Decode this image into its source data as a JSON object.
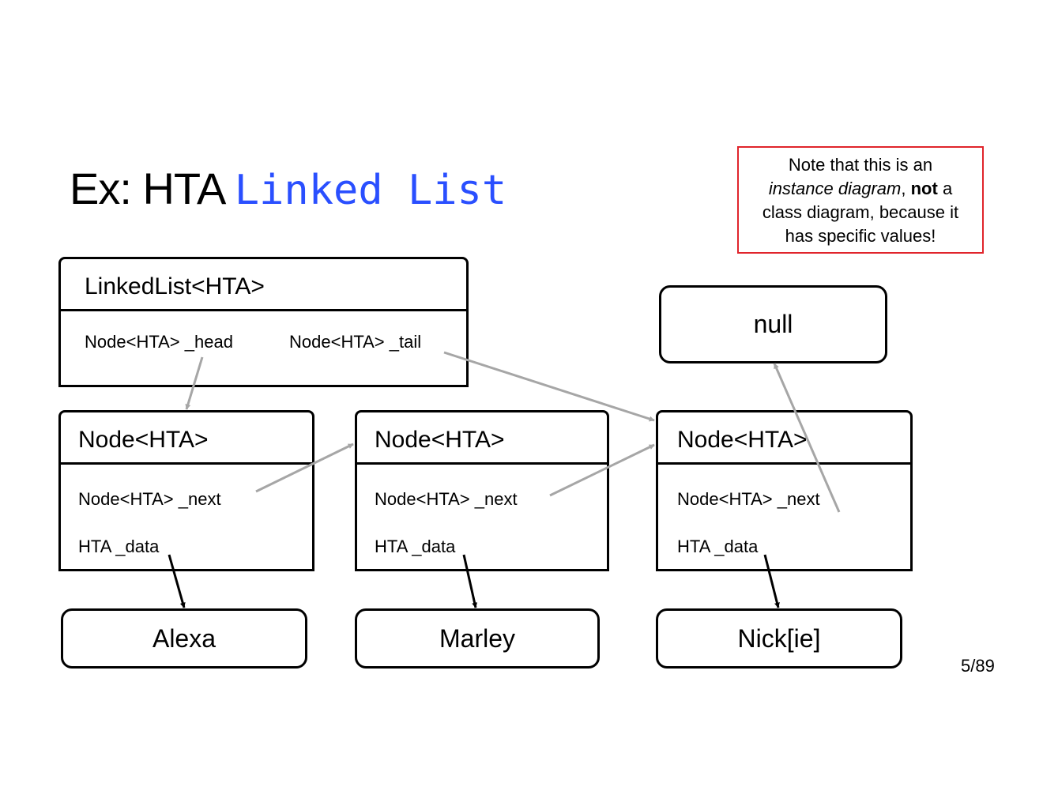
{
  "title": {
    "prefix": "Ex: HTA",
    "code": "Linked List"
  },
  "note": {
    "line1": "Note that this is an",
    "line2_italic": "instance diagram",
    "line2_sep": ",",
    "line2_bold": "not",
    "line2_end": "a",
    "line3": "class diagram, because it",
    "line4": "has specific values!"
  },
  "linked_list": {
    "header": "LinkedList<HTA>",
    "head_field": "Node<HTA> _head",
    "tail_field": "Node<HTA> _tail"
  },
  "nodes": [
    {
      "header": "Node<HTA>",
      "next_field": "Node<HTA> _next",
      "data_field": "HTA _data",
      "value": "Alexa"
    },
    {
      "header": "Node<HTA>",
      "next_field": "Node<HTA> _next",
      "data_field": "HTA _data",
      "value": "Marley"
    },
    {
      "header": "Node<HTA>",
      "next_field": "Node<HTA> _next",
      "data_field": "HTA _data",
      "value": "Nick[ie]"
    }
  ],
  "null_label": "null",
  "page_number": "5/89",
  "colors": {
    "code": "#2a4fff",
    "note_border": "#e0242b",
    "pointer_arrow": "#a6a6a6",
    "data_arrow": "#000000"
  }
}
